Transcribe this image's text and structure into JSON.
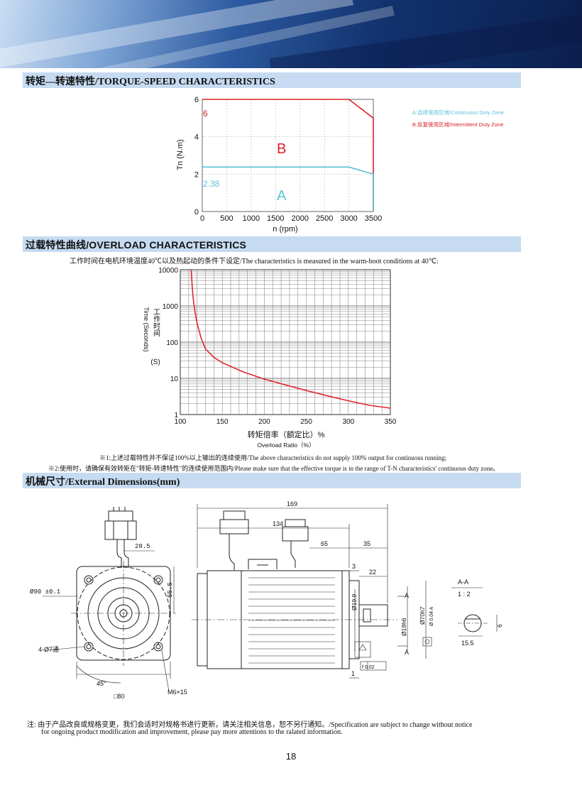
{
  "sections": {
    "torque": "转矩—转速特性/TORQUE-SPEED CHARACTERISTICS",
    "overload": "过载特性曲线/OVERLOAD CHARACTERISTICS",
    "dimensions": "机械尺寸/External Dimensions(mm)"
  },
  "torque_chart": {
    "peak_label": "6",
    "rated_label": "2.38",
    "zone_b": "B",
    "zone_a": "A",
    "legend_a": "A:连续使用区域/Continuous Duty Zone",
    "legend_b": "B:反复使用区域/Intermittent Duty Zone",
    "colors": {
      "intermittent": "#d8202a",
      "continuous": "#5bc0d8"
    }
  },
  "overload_chart": {
    "caption": "工作时间在电机环境温度40℃以及热起动的条件下设定/The characteristics is measured in the warm-boot conditions at 40℃:",
    "ylabel_en": "Time (Seconds)",
    "ylabel_cn": "工作时间",
    "ylabel_unit": "(S)",
    "xlabel_cn": "转矩倍率（额定比）%",
    "xlabel_en": "Overload Ratio（%）",
    "note1": "※1:上述过载特性并不保证100%以上输出的连续使用/The above characteristics do not supply 100% output for continuous running;",
    "note2": "※2:使用时，请确保有效转矩在\"转矩-转速特性\"的连续使用范围内/Please make sure that the effective torque is in the range of T-N characteristics' continuous duty zone。"
  },
  "chart_data": [
    {
      "type": "line",
      "xlabel": "n (rpm)",
      "ylabel": "Tn (N.m)",
      "x_ticks": [
        0,
        500,
        1000,
        1500,
        2000,
        2500,
        3000,
        3500
      ],
      "y_ticks": [
        0,
        2,
        4,
        6
      ],
      "xlim": [
        0,
        3500
      ],
      "ylim": [
        0,
        6
      ],
      "grid": true,
      "legend": "right",
      "series": [
        {
          "name": "B:反复使用区域/Intermittent Duty Zone",
          "x": [
            0,
            3000,
            3500,
            3500
          ],
          "y": [
            6,
            6,
            5,
            0
          ]
        },
        {
          "name": "A:连续使用区域/Continuous Duty Zone",
          "x": [
            0,
            3000,
            3500,
            3500
          ],
          "y": [
            2.38,
            2.38,
            2.0,
            0
          ]
        }
      ]
    },
    {
      "type": "line",
      "xlabel": "转矩倍率（额定比）%",
      "ylabel": "Time (Seconds)",
      "x_ticks": [
        100,
        150,
        200,
        250,
        300,
        350
      ],
      "y_ticks": [
        1,
        10,
        100,
        1000,
        10000
      ],
      "y_tick_labels": [
        "1",
        "10",
        "100",
        "1000",
        "10000"
      ],
      "xlim": [
        100,
        350
      ],
      "ylim": [
        1,
        10000
      ],
      "y_scale": "log",
      "grid": true,
      "series": [
        {
          "x": [
            113,
            114,
            115,
            116,
            118,
            120,
            125,
            130,
            140,
            150,
            175,
            200,
            225,
            250,
            275,
            300,
            325,
            350
          ],
          "y": [
            10000,
            4000,
            2000,
            1200,
            600,
            330,
            125,
            65,
            38,
            27,
            15,
            9.5,
            6.6,
            4.6,
            3.3,
            2.4,
            1.8,
            1.5
          ]
        }
      ]
    }
  ],
  "drawing": {
    "front": {
      "dim_28_5": "28.5",
      "dim_55_5": "55.5",
      "dim_phi90": "Ø90 ±0.1",
      "dim_holes": "4-Ø7通",
      "dim_angle": "45°",
      "dim_square": "□80",
      "dim_thread": "M6×15"
    },
    "side": {
      "dim_169": "169",
      "dim_134": "134",
      "dim_65": "65",
      "dim_35": "35",
      "dim_3": "3",
      "dim_22": "22",
      "dim_phi19_9": "Ø19.9",
      "dim_phi19h6": "Ø19h6",
      "dim_phi70h7": "Ø70h7",
      "dim_run": "Ø 0.04 A",
      "dim_flat": "f 0.02",
      "dim_1": "1",
      "marker_a": "A"
    },
    "section": {
      "title": "A-A",
      "scale": "1 : 2",
      "dim_6": "6",
      "dim_15_5": "15.5"
    }
  },
  "footer": {
    "note_line1": "注:  由于产品改良或规格变更，我们会适时对规格书进行更新，请关注相关信息，恕不另行通知。/Specification are subject to change without notice",
    "note_line2": "for ongoing product modification and improvement, please pay more attentions to the ralated information.",
    "page": "18"
  }
}
